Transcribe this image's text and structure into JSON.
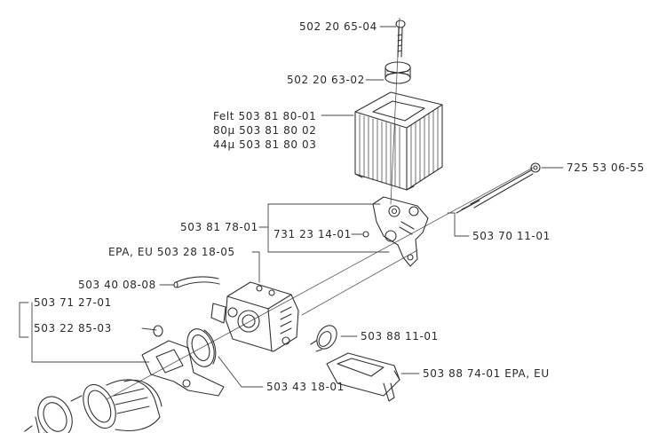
{
  "diagram": {
    "labels": {
      "screw_top": "502 20 65-04",
      "cover_nut": "502 20 63-02",
      "filter_line1": "Felt 503 81 80-01",
      "filter_line2": "80µ 503 81 80 02",
      "filter_line3": "44µ 503 81 80 03",
      "rod_end": "725 53 06-55",
      "bracket": "503 81 78-01",
      "screw_small": "731 23 14-01",
      "rod": "503 70 11-01",
      "carb": "EPA, EU 503 28 18-05",
      "hose": "503 40 08-08",
      "intake_group": "503 71 27-01",
      "clamp": "503 22 85-03",
      "boot_right": "503 88 11-01",
      "plate": "503 88 74-01 EPA, EU",
      "ring_lower": "503 43 18-01"
    }
  }
}
